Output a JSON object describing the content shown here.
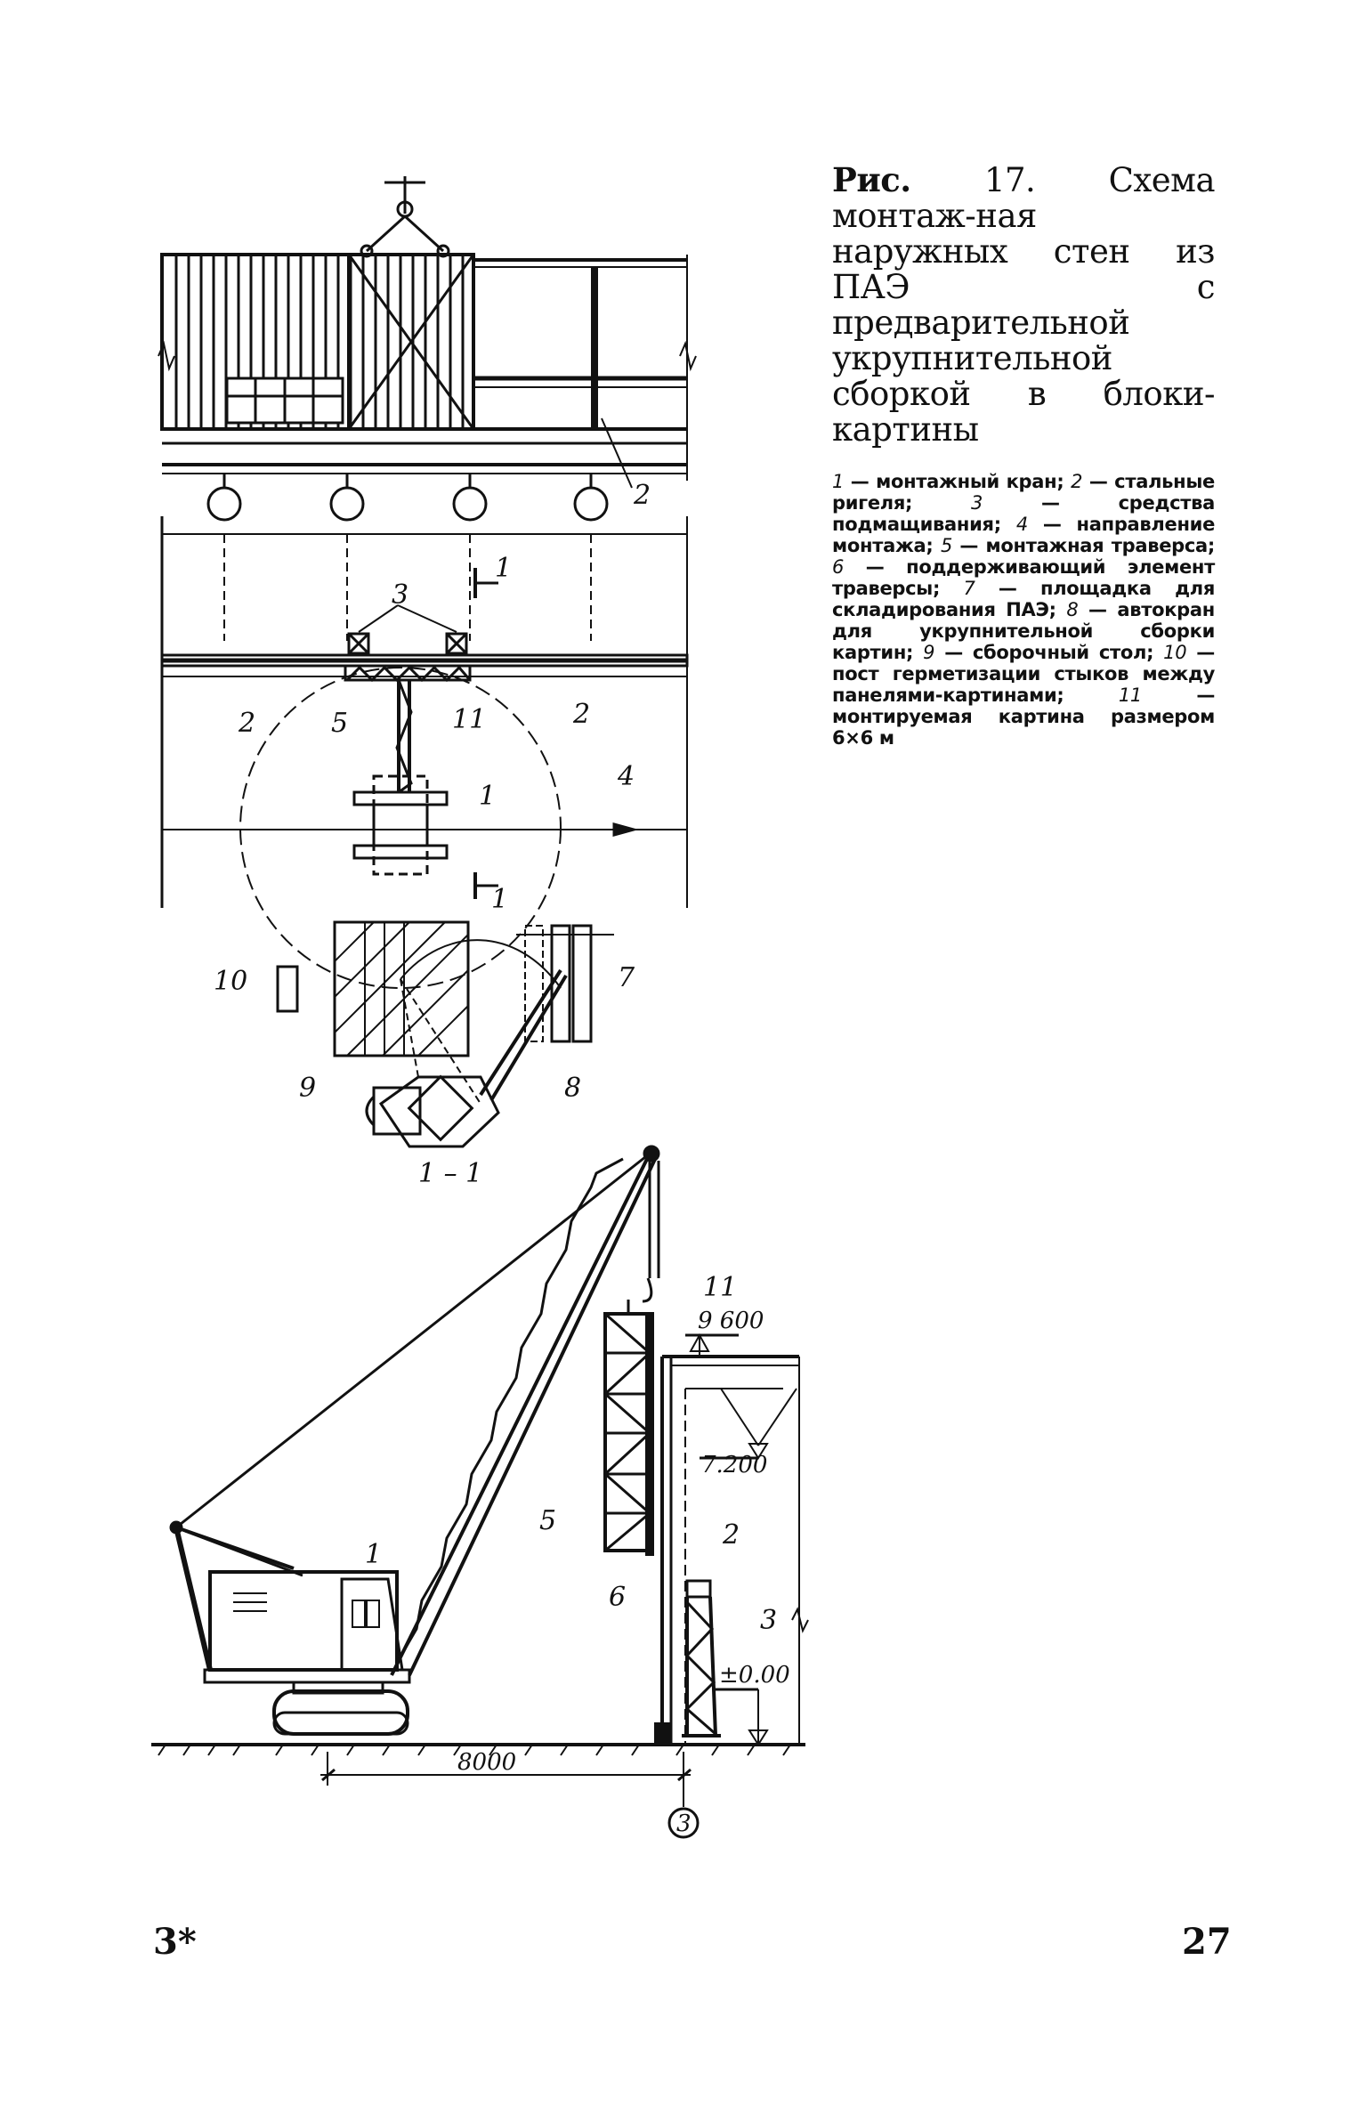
{
  "figure": {
    "prefix": "Рис.",
    "number": "17.",
    "title": "Схема монтаж-ная наружных стен из ПАЭ с предварительной укрупнительной сборкой в блоки-картины"
  },
  "legend": [
    {
      "num": "1",
      "text": "— монтажный кран;"
    },
    {
      "num": "2",
      "text": "— стальные ригеля;"
    },
    {
      "num": "3",
      "text": "— средства подмащивания;"
    },
    {
      "num": "4",
      "text": "— направление монтажа;"
    },
    {
      "num": "5",
      "text": "— монтажная траверса;"
    },
    {
      "num": "6",
      "text": "— поддерживающий элемент траверсы;"
    },
    {
      "num": "7",
      "text": "— площадка для складирования ПАЭ;"
    },
    {
      "num": "8",
      "text": "— автокран для укрупнительной сборки картин;"
    },
    {
      "num": "9",
      "text": "— сборочный стол;"
    },
    {
      "num": "10",
      "text": "— пост герметизации стыков между панелями-картинами;"
    },
    {
      "num": "11",
      "text": "— монтируемая картина размером 6×6 м"
    }
  ],
  "drawing_labels": {
    "l1": "1",
    "l2": "2",
    "l3": "3",
    "l4": "4",
    "l5": "5",
    "l6": "6",
    "l7": "7",
    "l8": "8",
    "l9": "9",
    "l10": "10",
    "l11": "11",
    "section_mark": "1",
    "section_title": "1 – 1",
    "elev_9600": "9 600",
    "elev_7200": "7.200",
    "elev_000": "±0.00",
    "dim_8000": "8000",
    "axis_3": "3"
  },
  "page": {
    "left_signature": "3*",
    "right_number": "27"
  }
}
